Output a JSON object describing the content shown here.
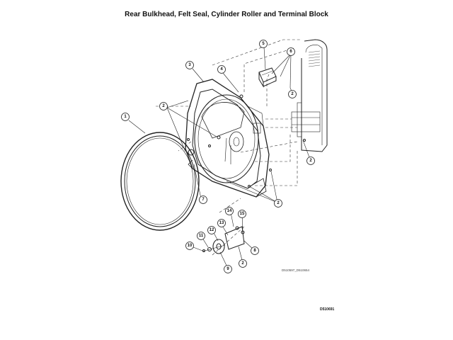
{
  "title": "Rear Bulkhead, Felt Seal, Cylinder Roller and Terminal Block",
  "callouts": [
    "1",
    "2",
    "3",
    "4",
    "5",
    "6",
    "7",
    "8",
    "9",
    "10",
    "11",
    "12",
    "13",
    "14",
    "15"
  ],
  "drawing_code": "D510597_D510654",
  "page_id": "D510691"
}
